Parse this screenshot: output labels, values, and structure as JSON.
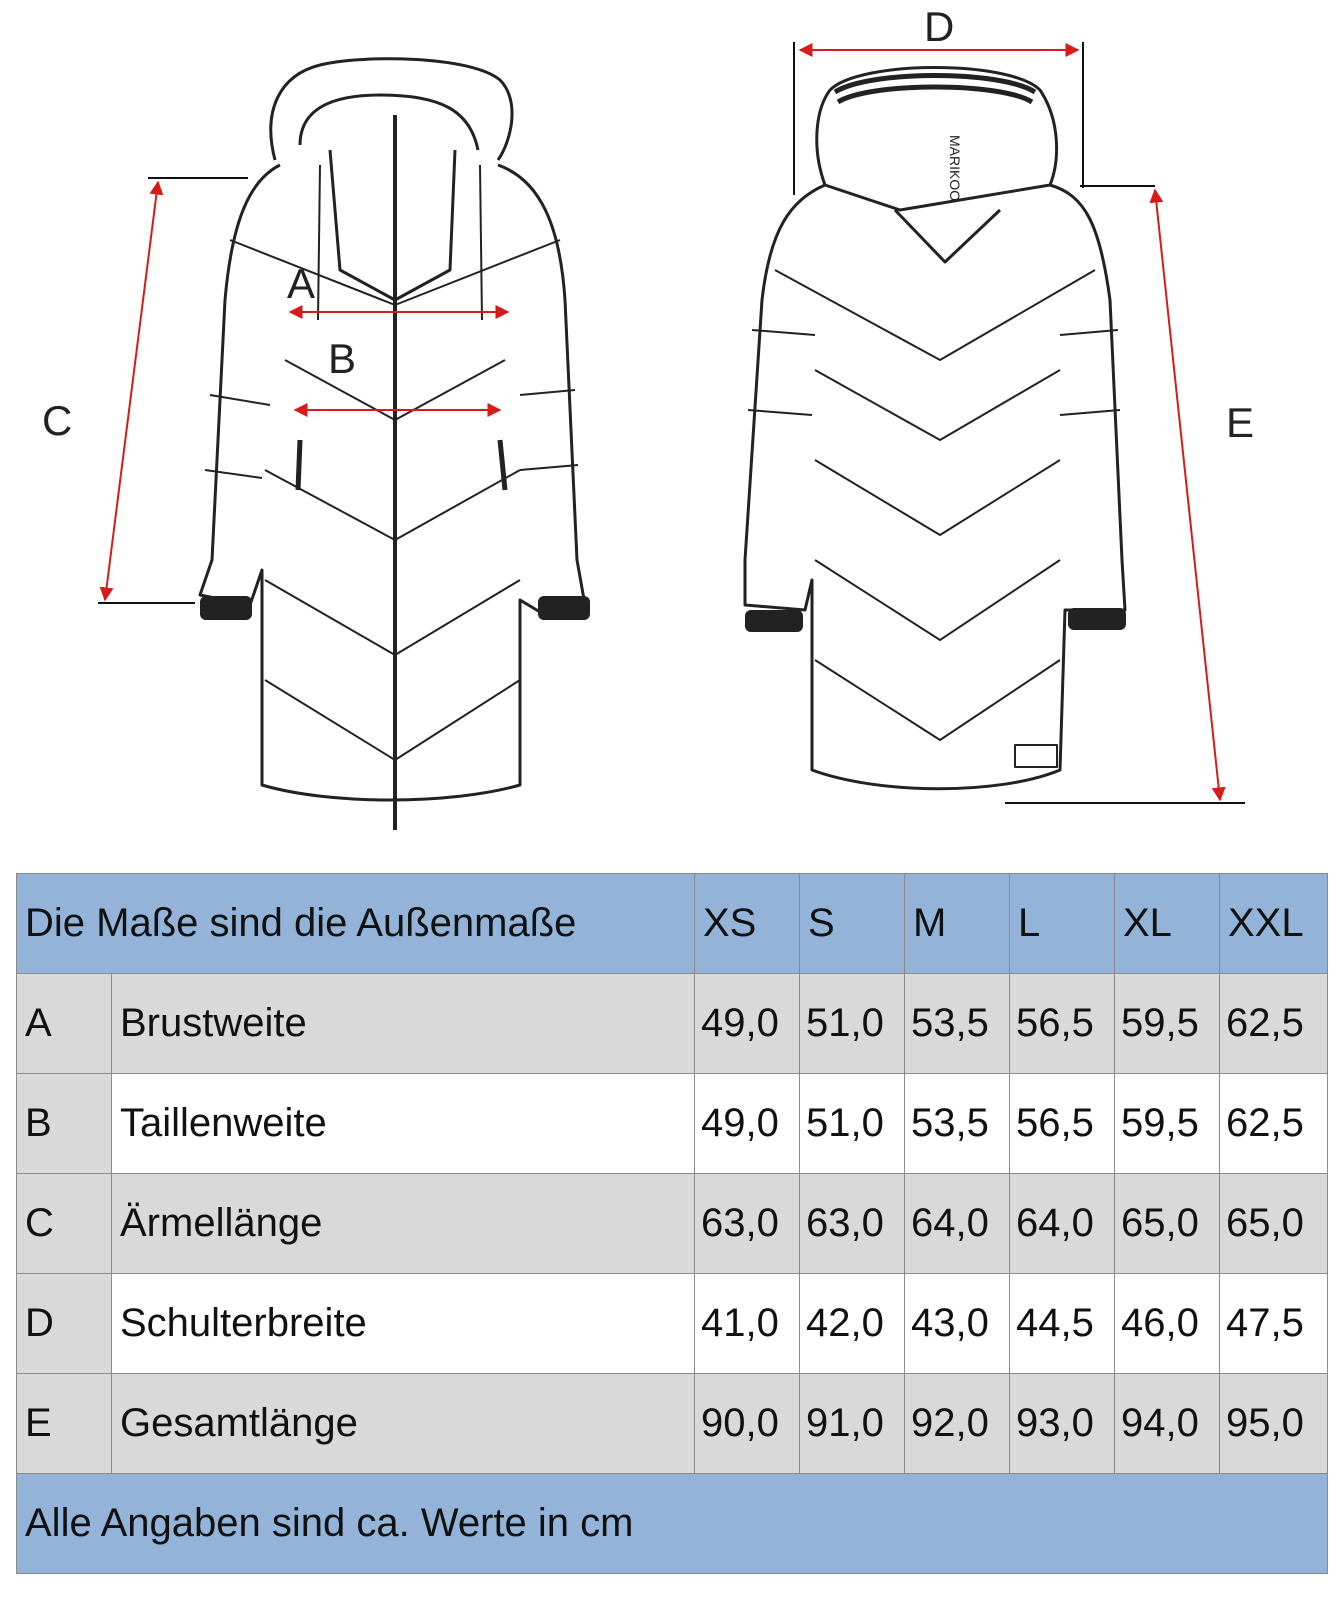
{
  "diagram": {
    "labels": {
      "a": "A",
      "b": "B",
      "c": "C",
      "d": "D",
      "e": "E"
    },
    "back_brand_text": "MARIKOO",
    "colors": {
      "arrow": "#d81a1a",
      "outline": "#222222"
    }
  },
  "table": {
    "header_label": "Die Maße sind die Außenmaße",
    "sizes": [
      "XS",
      "S",
      "M",
      "L",
      "XL",
      "XXL"
    ],
    "rows": [
      {
        "code": "A",
        "name": "Brustweite",
        "values": [
          "49,0",
          "51,0",
          "53,5",
          "56,5",
          "59,5",
          "62,5"
        ]
      },
      {
        "code": "B",
        "name": "Taillenweite",
        "values": [
          "49,0",
          "51,0",
          "53,5",
          "56,5",
          "59,5",
          "62,5"
        ]
      },
      {
        "code": "C",
        "name": "Ärmellänge",
        "values": [
          "63,0",
          "63,0",
          "64,0",
          "64,0",
          "65,0",
          "65,0"
        ]
      },
      {
        "code": "D",
        "name": "Schulterbreite",
        "values": [
          "41,0",
          "42,0",
          "43,0",
          "44,5",
          "46,0",
          "47,5"
        ]
      },
      {
        "code": "E",
        "name": "Gesamtlänge",
        "values": [
          "90,0",
          "91,0",
          "92,0",
          "93,0",
          "94,0",
          "95,0"
        ]
      }
    ],
    "footer": "Alle Angaben sind ca. Werte in cm",
    "colors": {
      "header_bg": "#94b3d9",
      "shade_bg": "#d9d9d9",
      "border": "#8a8a8a"
    }
  }
}
